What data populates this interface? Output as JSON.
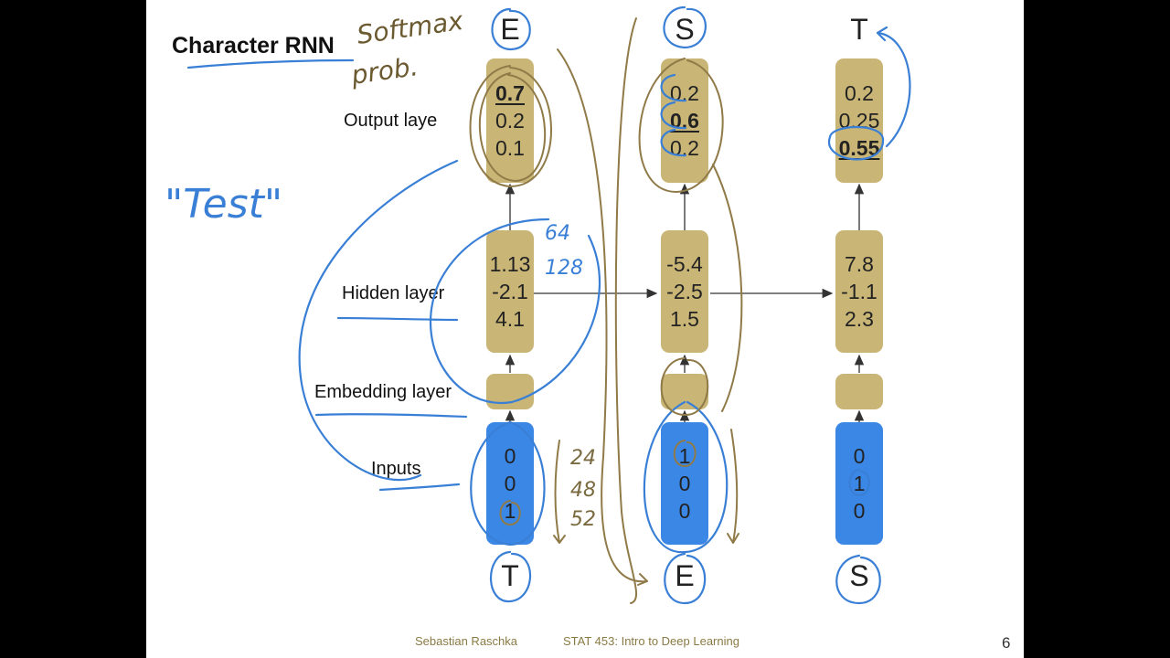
{
  "slide": {
    "title": "Character RNN",
    "labels": {
      "output": "Output laye",
      "hidden": "Hidden layer",
      "embedding": "Embedding layer",
      "inputs": "Inputs"
    },
    "columns": [
      {
        "output_char": "E",
        "output_values": [
          "0.7",
          "0.2",
          "0.1"
        ],
        "hidden_values": [
          "1.13",
          "-2.1",
          "4.1"
        ],
        "input_values": [
          "0",
          "0",
          "1"
        ],
        "input_char": "T"
      },
      {
        "output_char": "S",
        "output_values": [
          "0.2",
          "0.6",
          "0.2"
        ],
        "hidden_values": [
          "-5.4",
          "-2.5",
          "1.5"
        ],
        "input_values": [
          "1",
          "0",
          "0"
        ],
        "input_char": "E"
      },
      {
        "output_char": "T",
        "output_values": [
          "0.2",
          "0.25",
          "0.55"
        ],
        "hidden_values": [
          "7.8",
          "-1.1",
          "2.3"
        ],
        "input_values": [
          "0",
          "1",
          "0"
        ],
        "input_char": "S"
      }
    ],
    "footer": {
      "author": "Sebastian Raschka",
      "course": "STAT 453: Intro to Deep Learning",
      "page": "6"
    }
  },
  "handwriting": {
    "softmax": "Softmax",
    "prob": "prob.",
    "word": "\"Test\"",
    "dim_64": "64",
    "dim_128": "128",
    "idx_24": "24",
    "idx_48": "48",
    "idx_52": "52"
  },
  "colors": {
    "olive_box": "#c9b677",
    "blue_box": "#3b87e6",
    "pen_blue": "#3a7fd6",
    "pen_brown": "#8f7a48"
  }
}
